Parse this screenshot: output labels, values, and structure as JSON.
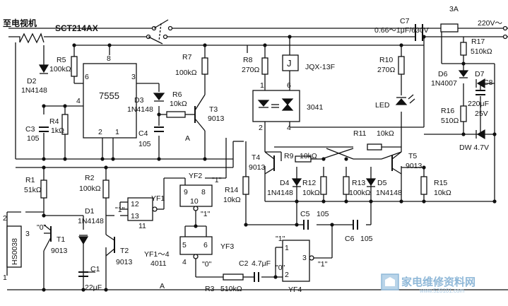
{
  "header": {
    "to_tv": "至电视机",
    "heater_label": "SCT214AX",
    "c7_label": "C7",
    "c7_value": "0.66～1μF/630V",
    "fuse_label": "3A",
    "mains_label": "220V～"
  },
  "ic_7555": {
    "name": "7555",
    "pins": {
      "p8": "8",
      "p6": "6",
      "p3": "3",
      "p4": "4",
      "p2": "2",
      "p1": "1"
    }
  },
  "components": {
    "r5": [
      "R5",
      "100kΩ"
    ],
    "d2": [
      "D2",
      "1N4148"
    ],
    "r4": [
      "R4",
      "1kΩ"
    ],
    "c3": [
      "C3",
      "105"
    ],
    "d3": [
      "D3",
      "1N4148"
    ],
    "r6": [
      "R6",
      "10kΩ"
    ],
    "r7": [
      "R7",
      "100kΩ"
    ],
    "c4": [
      "C4",
      "105"
    ],
    "t3": [
      "T3",
      "9013"
    ],
    "a_top": "A",
    "r8": [
      "R8",
      "270Ω"
    ],
    "relay_j": "J",
    "relay_type": "JQX-13F",
    "optocoupler": "3041",
    "opt_pins": {
      "p1": "1",
      "p6": "6",
      "p2": "2",
      "p4": "4"
    },
    "r10": [
      "R10",
      "270Ω"
    ],
    "led": "LED",
    "r17": [
      "R17",
      "510kΩ"
    ],
    "d6": [
      "D6",
      "1N4007"
    ],
    "d7": "D7",
    "c8": "C8",
    "c8_value": "220μF",
    "c8_voltage": "25V",
    "r16": [
      "R16",
      "510Ω"
    ],
    "dw": "DW  4.7V",
    "r11": [
      "R11",
      "10kΩ"
    ],
    "r9": [
      "R9",
      "10kΩ"
    ],
    "t4": [
      "T4",
      "9013"
    ],
    "t5": [
      "T5",
      "9013"
    ],
    "d4": [
      "D4",
      "1N4148"
    ],
    "r12": [
      "R12",
      "10kΩ"
    ],
    "r13": [
      "R13",
      "100kΩ"
    ],
    "d5": [
      "D5",
      "1N4148"
    ],
    "r15": [
      "R15",
      "10kΩ"
    ],
    "r14": [
      "R14",
      "10kΩ"
    ],
    "c5": [
      "C5",
      "105"
    ],
    "c6": [
      "C6",
      "105"
    ],
    "r1": [
      "R1",
      "51kΩ"
    ],
    "r2": [
      "R2",
      "100kΩ"
    ],
    "d1": [
      "D1",
      "1N4148"
    ],
    "t1": [
      "T1",
      "9013"
    ],
    "t2": [
      "T2",
      "9013"
    ],
    "c1": [
      "C1",
      "22μF"
    ],
    "sensor": "HS0038",
    "sensor_pins": {
      "p2": "2",
      "p3": "3",
      "p1": "1"
    },
    "c2": [
      "C2",
      "4.7μF"
    ],
    "r3": [
      "R3",
      "510kΩ"
    ],
    "a_bottom": "A"
  },
  "gates": {
    "yf1": {
      "name": "YF1",
      "in_a": "12",
      "in_b": "13",
      "out": "11"
    },
    "yf2": {
      "name": "YF2",
      "in_a": "9",
      "in_b": "8",
      "out": "10"
    },
    "yf3": {
      "name": "YF3",
      "in_a": "5",
      "in_b": "6",
      "out": "4"
    },
    "yf4": {
      "name": "YF4",
      "in_a": "1",
      "in_b": "2",
      "out": "3"
    },
    "chip": "YF1～4",
    "chip_type": "4011"
  },
  "logic_levels": {
    "one": "\"1\"",
    "zero": "\"0\""
  },
  "watermark": {
    "title": "家电维修资料网",
    "url": "www.520101.com"
  }
}
